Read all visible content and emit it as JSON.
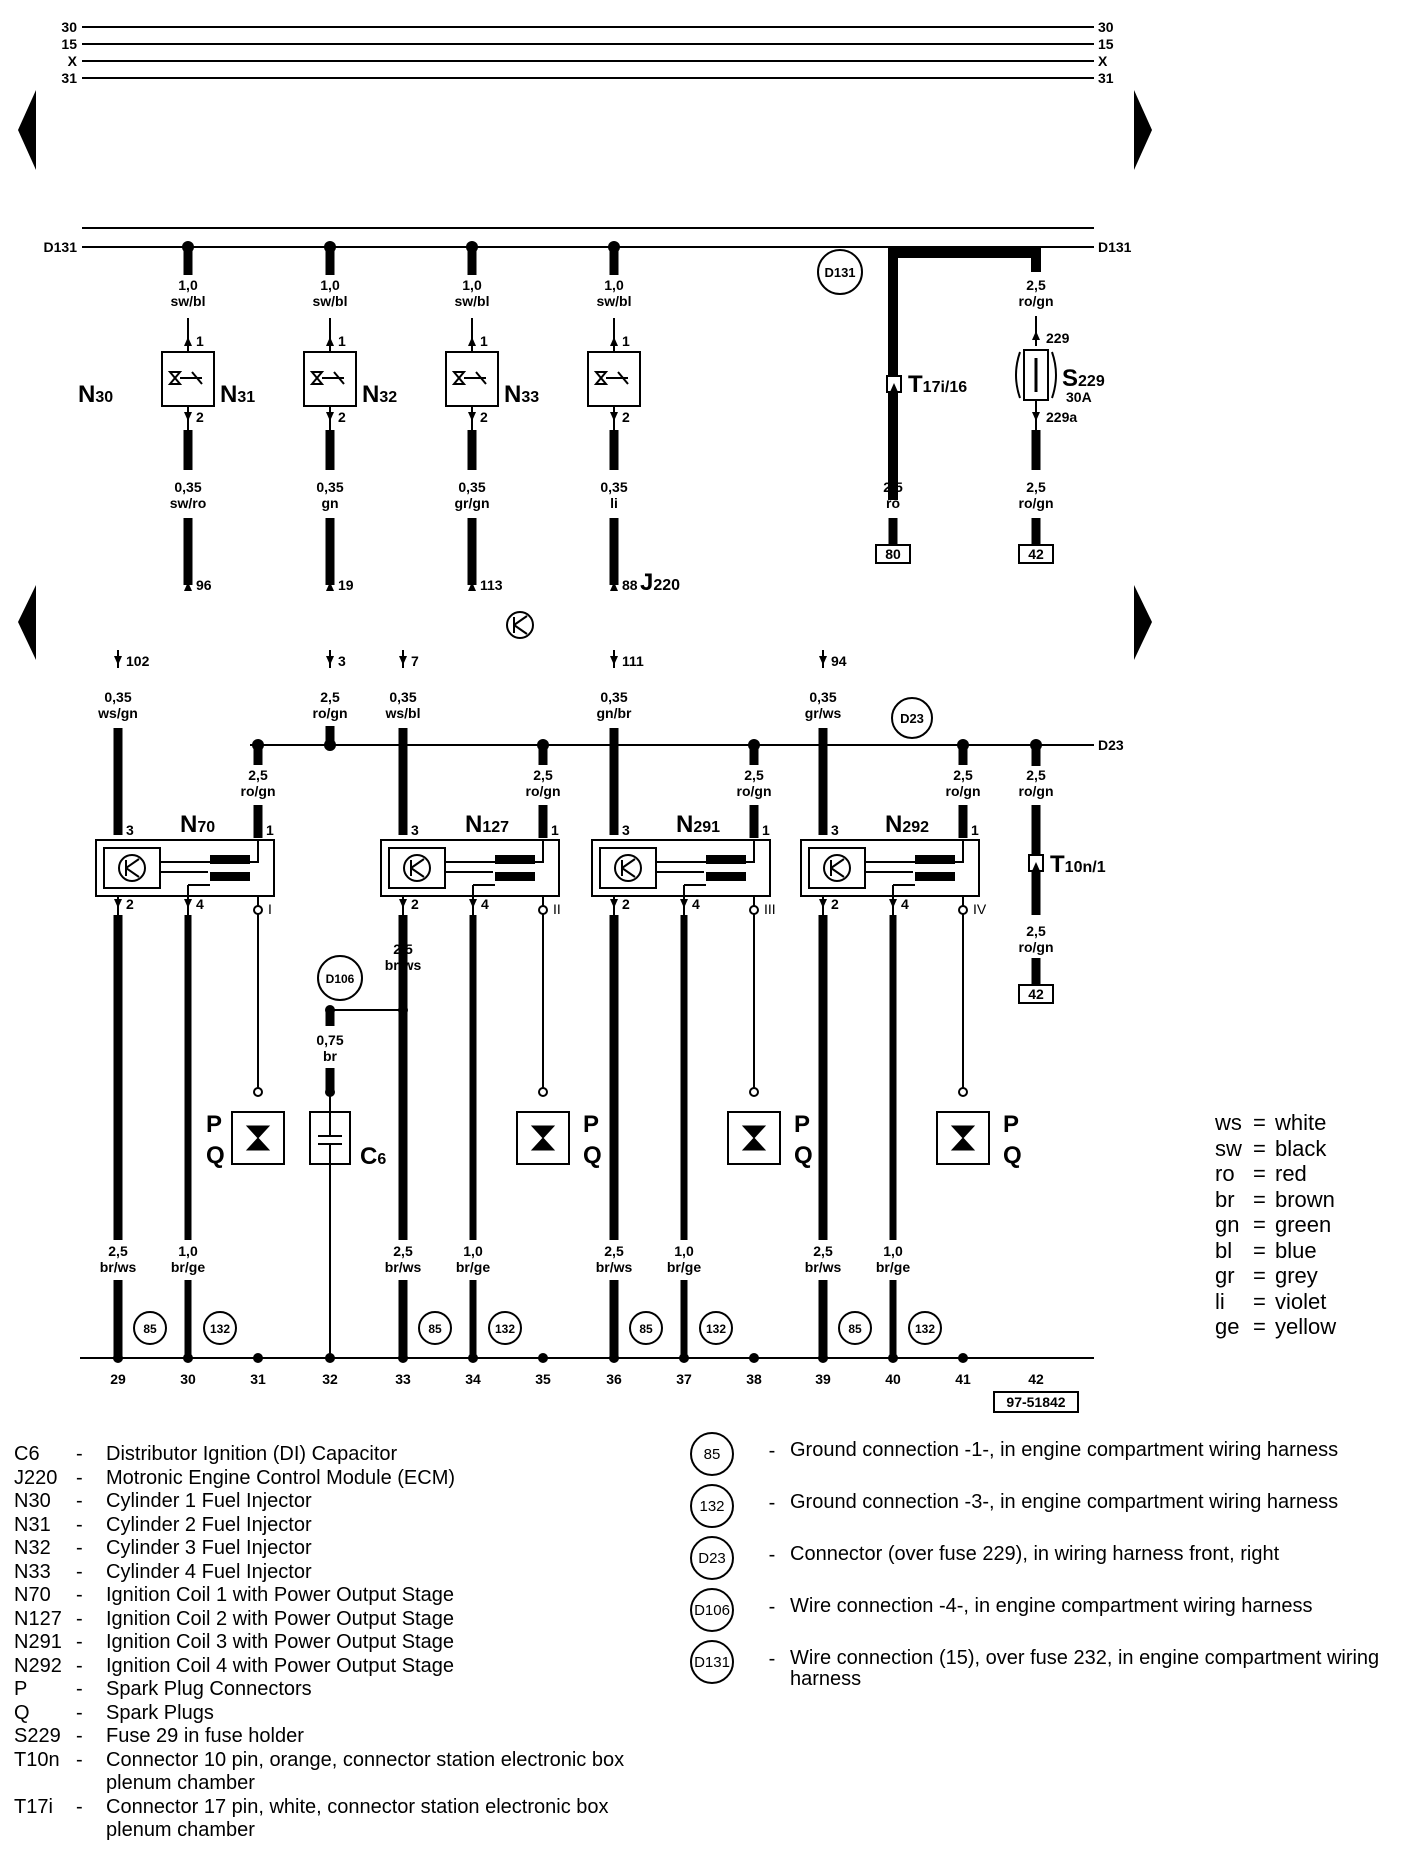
{
  "busbars": {
    "labels_left": [
      "30",
      "15",
      "X",
      "31"
    ],
    "labels_right": [
      "30",
      "15",
      "X",
      "31"
    ],
    "d131_left": "D131",
    "d131_right": "D131",
    "d23_right": "D23"
  },
  "injectors": [
    {
      "name": "N",
      "sub": "30",
      "pin_top": "1",
      "pin_bottom": "2",
      "wire_top_size": "1,0",
      "wire_top_color": "sw/bl",
      "wire_bot_size": "0,35",
      "wire_bot_color": "sw/ro",
      "ecm_pin": "96"
    },
    {
      "name": "N",
      "sub": "31",
      "pin_top": "1",
      "pin_bottom": "2",
      "wire_top_size": "1,0",
      "wire_top_color": "sw/bl",
      "wire_bot_size": "0,35",
      "wire_bot_color": "gn",
      "ecm_pin": "19"
    },
    {
      "name": "N",
      "sub": "32",
      "pin_top": "1",
      "pin_bottom": "2",
      "wire_top_size": "1,0",
      "wire_top_color": "sw/bl",
      "wire_bot_size": "0,35",
      "wire_bot_color": "gr/gn",
      "ecm_pin": "113"
    },
    {
      "name": "N",
      "sub": "33",
      "pin_top": "1",
      "pin_bottom": "2",
      "wire_top_size": "1,0",
      "wire_top_color": "sw/bl",
      "wire_bot_size": "0,35",
      "wire_bot_color": "li",
      "ecm_pin": "88"
    }
  ],
  "upper_right": {
    "d131_circle": "D131",
    "t17": {
      "name": "T",
      "sub": "17i/16"
    },
    "wire_left_size": "2,5",
    "wire_left_color": "ro",
    "box_left": "80",
    "wire_right_top_size": "2,5",
    "wire_right_top_color": "ro/gn",
    "fuse_pin_top": "229",
    "fuse_pin_bottom": "229a",
    "fuse_name": "S",
    "fuse_sub": "229",
    "fuse_rating": "30A",
    "wire_right_bot_size": "2,5",
    "wire_right_bot_color": "ro/gn",
    "box_right": "42"
  },
  "ecm": {
    "name": "J",
    "sub": "220"
  },
  "ecm_inputs": [
    {
      "pin": "102",
      "size": "0,35",
      "color": "ws/gn"
    },
    {
      "pin": "3",
      "size": "2,5",
      "color": "ro/gn"
    },
    {
      "pin": "7",
      "size": "0,35",
      "color": "ws/bl"
    },
    {
      "pin": "111",
      "size": "0,35",
      "color": "gn/br"
    },
    {
      "pin": "94",
      "size": "0,35",
      "color": "gr/ws"
    }
  ],
  "d23_circle": "D23",
  "coils": [
    {
      "name": "N",
      "sub": "70",
      "roman": "I",
      "p1": "1",
      "p2": "2",
      "p3": "3",
      "p4": "4",
      "feed_size": "2,5",
      "feed_color": "ro/gn"
    },
    {
      "name": "N",
      "sub": "127",
      "roman": "II",
      "p1": "1",
      "p2": "2",
      "p3": "3",
      "p4": "4",
      "feed_size": "2,5",
      "feed_color": "ro/gn"
    },
    {
      "name": "N",
      "sub": "291",
      "roman": "III",
      "p1": "1",
      "p2": "2",
      "p3": "3",
      "p4": "4",
      "feed_size": "2,5",
      "feed_color": "ro/gn"
    },
    {
      "name": "N",
      "sub": "292",
      "roman": "IV",
      "p1": "1",
      "p2": "2",
      "p3": "3",
      "p4": "4",
      "feed_size": "2,5",
      "feed_color": "ro/gn"
    }
  ],
  "t10": {
    "name": "T",
    "sub": "10n/1",
    "wire_top_size": "2,5",
    "wire_top_color": "ro/gn",
    "wire_bot_size": "2,5",
    "wire_bot_color": "ro/gn",
    "box": "42"
  },
  "coil2_extra": {
    "size": "2,5",
    "color": "br/ws"
  },
  "d106": {
    "circle": "D106",
    "size": "0,75",
    "color": "br"
  },
  "capacitor": {
    "name": "C",
    "sub": "6"
  },
  "plug_labels": {
    "p": "P",
    "q": "Q"
  },
  "ground_wires": [
    {
      "size": "2,5",
      "color": "br/ws"
    },
    {
      "size": "1,0",
      "color": "br/ge"
    }
  ],
  "ground_circles": [
    "85",
    "132"
  ],
  "bottom_numbers": [
    "29",
    "30",
    "31",
    "32",
    "33",
    "34",
    "35",
    "36",
    "37",
    "38",
    "39",
    "40",
    "41",
    "42"
  ],
  "doc_number": "97-51842",
  "color_key": [
    {
      "abbr": "ws",
      "name": "white"
    },
    {
      "abbr": "sw",
      "name": "black"
    },
    {
      "abbr": "ro",
      "name": "red"
    },
    {
      "abbr": "br",
      "name": "brown"
    },
    {
      "abbr": "gn",
      "name": "green"
    },
    {
      "abbr": "bl",
      "name": "blue"
    },
    {
      "abbr": "gr",
      "name": "grey"
    },
    {
      "abbr": "li",
      "name": "violet"
    },
    {
      "abbr": "ge",
      "name": "yellow"
    }
  ],
  "legend": [
    {
      "code": "C6",
      "desc": "Distributor Ignition (DI) Capacitor"
    },
    {
      "code": "J220",
      "desc": "Motronic Engine Control Module (ECM)"
    },
    {
      "code": "N30",
      "desc": "Cylinder 1 Fuel Injector"
    },
    {
      "code": "N31",
      "desc": "Cylinder 2 Fuel Injector"
    },
    {
      "code": "N32",
      "desc": "Cylinder 3 Fuel Injector"
    },
    {
      "code": "N33",
      "desc": "Cylinder 4 Fuel Injector"
    },
    {
      "code": "N70",
      "desc": "Ignition Coil 1 with Power Output Stage"
    },
    {
      "code": "N127",
      "desc": "Ignition Coil 2 with Power Output Stage"
    },
    {
      "code": "N291",
      "desc": "Ignition Coil 3 with Power Output Stage"
    },
    {
      "code": "N292",
      "desc": "Ignition Coil 4 with Power Output Stage"
    },
    {
      "code": "P",
      "desc": "Spark Plug Connectors"
    },
    {
      "code": "Q",
      "desc": "Spark Plugs"
    },
    {
      "code": "S229",
      "desc": "Fuse 29 in fuse holder"
    },
    {
      "code": "T10n",
      "desc": "Connector 10 pin, orange, connector station electronic box plenum chamber"
    },
    {
      "code": "T17i",
      "desc": "Connector 17 pin, white, connector station electronic box plenum chamber"
    }
  ],
  "connections_legend": [
    {
      "code": "85",
      "desc": "Ground connection -1-, in engine compartment wiring harness"
    },
    {
      "code": "132",
      "desc": "Ground connection -3-, in engine compartment wiring harness"
    },
    {
      "code": "D23",
      "desc": "Connector (over fuse 229), in wiring harness front, right"
    },
    {
      "code": "D106",
      "desc": "Wire connection -4-, in engine compartment wiring harness"
    },
    {
      "code": "D131",
      "desc": "Wire connection (15), over fuse 232, in engine compartment wiring harness"
    }
  ]
}
